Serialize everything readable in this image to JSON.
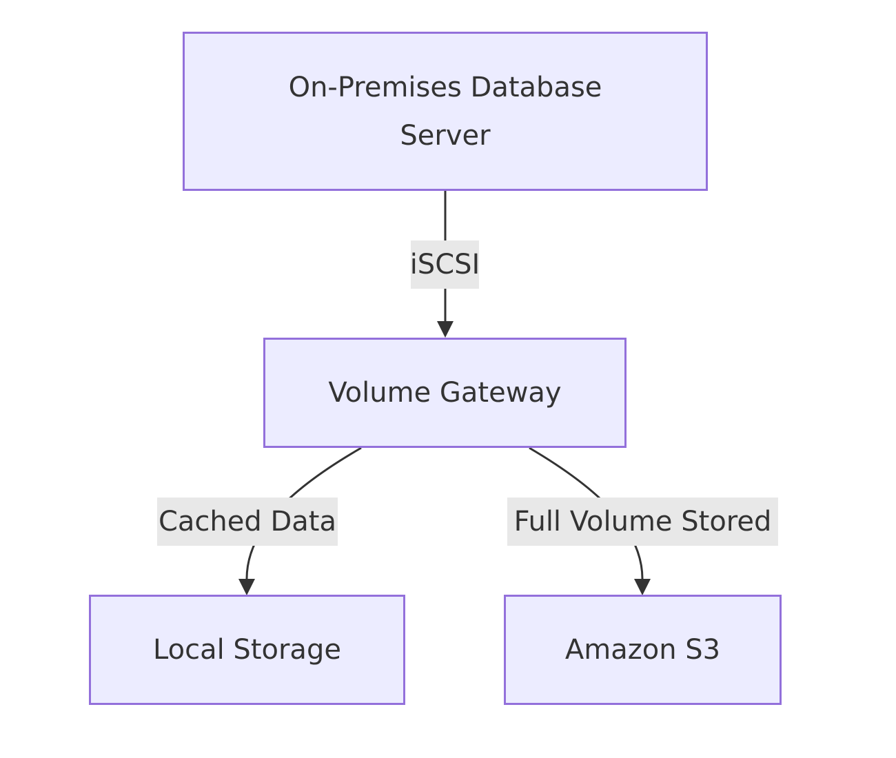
{
  "diagram": {
    "nodes": {
      "database_server": "On-Premises Database Server",
      "volume_gateway": "Volume Gateway",
      "local_storage": "Local Storage",
      "amazon_s3": "Amazon S3"
    },
    "edges": {
      "db_to_gateway": "iSCSI",
      "gateway_to_local": "Cached Data",
      "gateway_to_s3": "Full Volume Stored"
    },
    "colors": {
      "node_fill": "#ececff",
      "node_border": "#9370db",
      "edge_line": "#333333",
      "edge_label_bg": "#e8e8e8",
      "text": "#333333"
    }
  }
}
